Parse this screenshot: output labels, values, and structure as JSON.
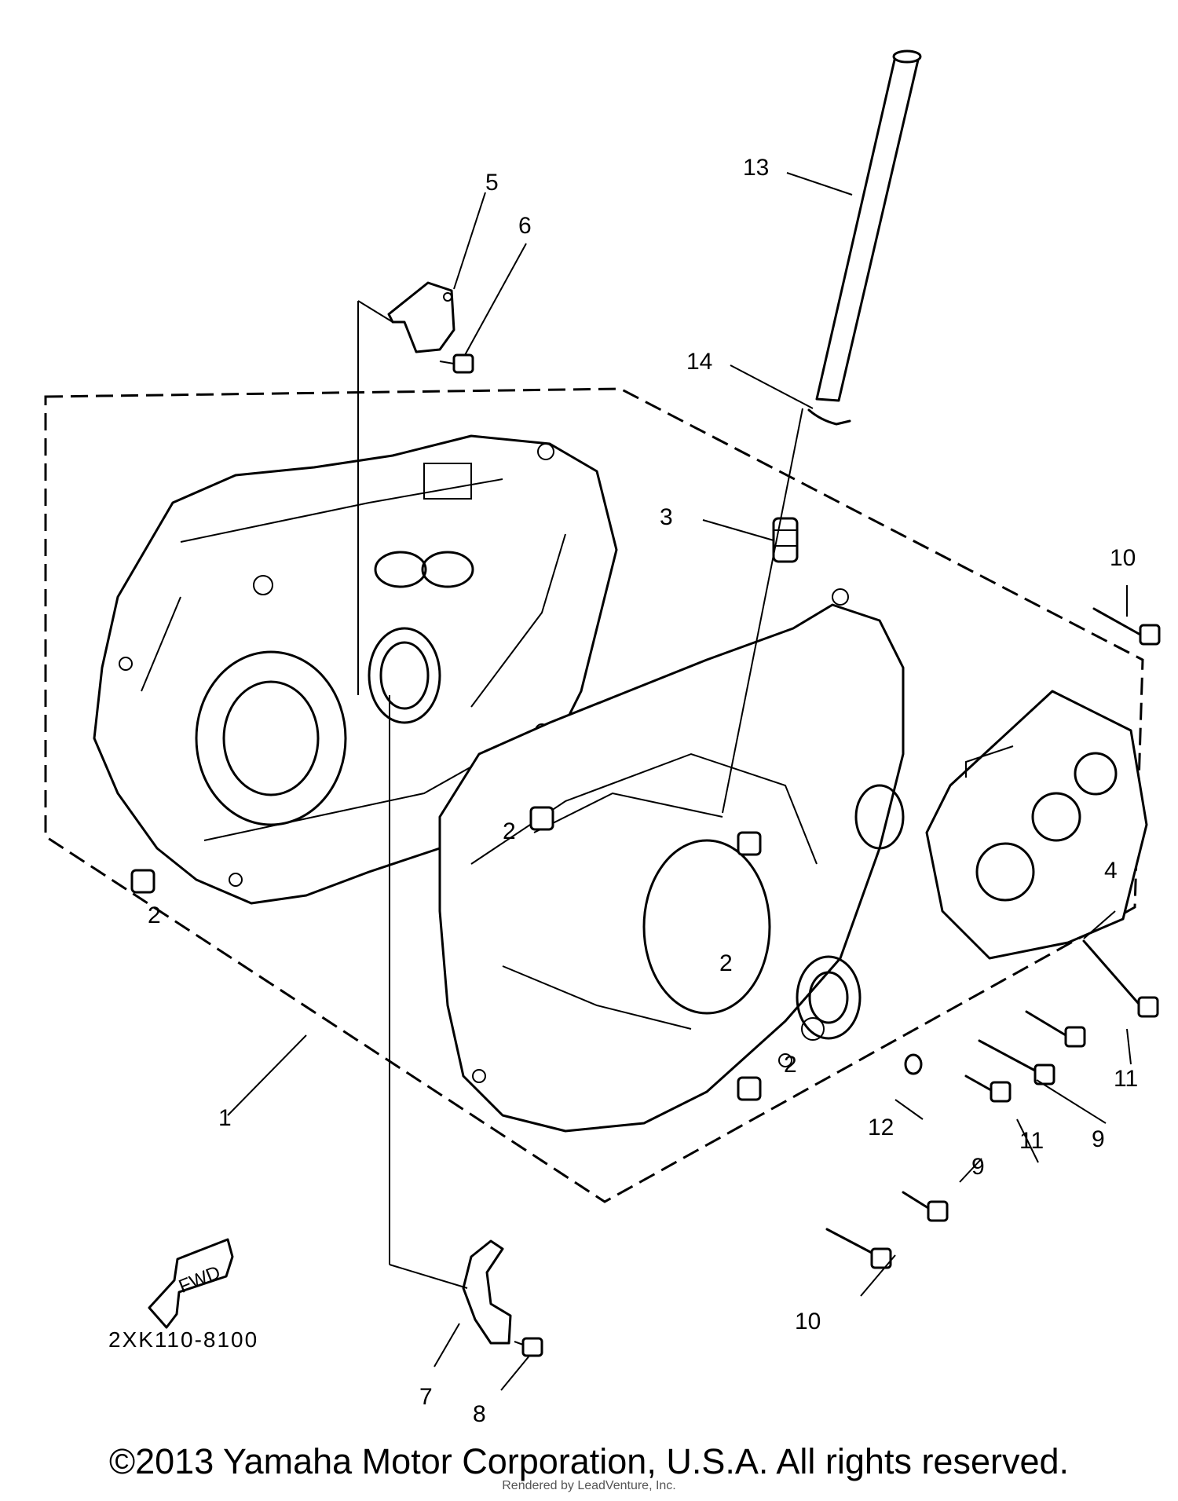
{
  "diagram": {
    "part_code": "2XK110-8100",
    "fwd_label": "FWD",
    "callouts": [
      {
        "id": "c1",
        "label": "1"
      },
      {
        "id": "c2a",
        "label": "2"
      },
      {
        "id": "c2b",
        "label": "2"
      },
      {
        "id": "c2c",
        "label": "2"
      },
      {
        "id": "c2d",
        "label": "2"
      },
      {
        "id": "c3",
        "label": "3"
      },
      {
        "id": "c4",
        "label": "4"
      },
      {
        "id": "c5",
        "label": "5"
      },
      {
        "id": "c6",
        "label": "6"
      },
      {
        "id": "c7",
        "label": "7"
      },
      {
        "id": "c8",
        "label": "8"
      },
      {
        "id": "c9a",
        "label": "9"
      },
      {
        "id": "c9b",
        "label": "9"
      },
      {
        "id": "c10a",
        "label": "10"
      },
      {
        "id": "c10b",
        "label": "10"
      },
      {
        "id": "c11a",
        "label": "11"
      },
      {
        "id": "c11b",
        "label": "11"
      },
      {
        "id": "c12",
        "label": "12"
      },
      {
        "id": "c13",
        "label": "13"
      },
      {
        "id": "c14",
        "label": "14"
      }
    ]
  },
  "footer": {
    "copyright": "©2013 Yamaha Motor Corporation, U.S.A. All rights reserved.",
    "render_credit": "Rendered by LeadVenture, Inc."
  }
}
